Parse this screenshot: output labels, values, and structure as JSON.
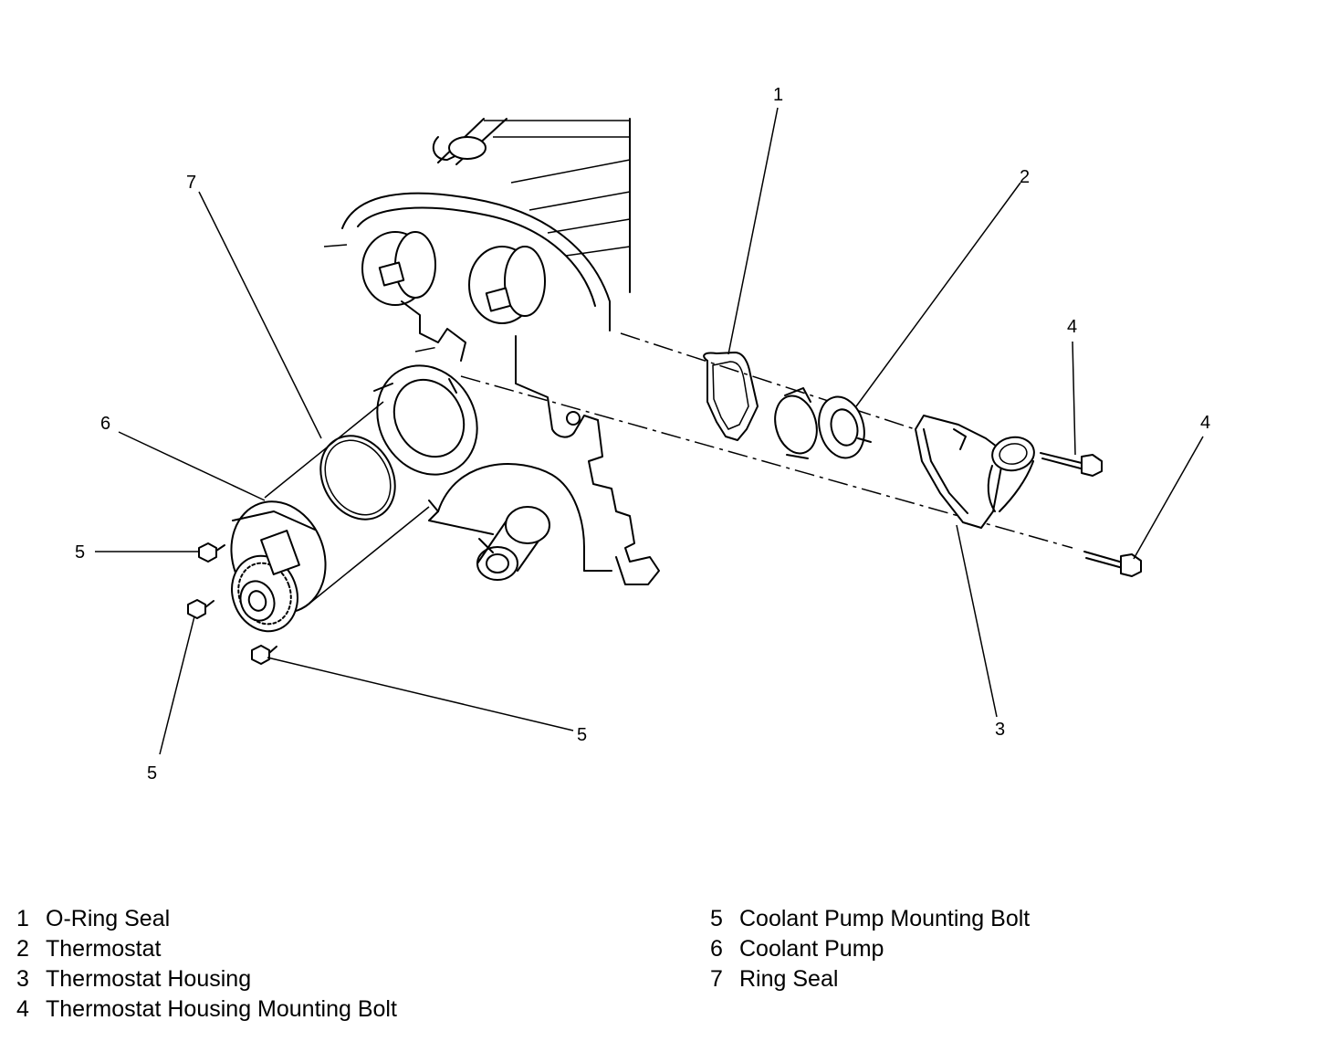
{
  "callouts": {
    "c1": "1",
    "c2": "2",
    "c3": "3",
    "c4a": "4",
    "c4b": "4",
    "c5a": "5",
    "c5b": "5",
    "c5c": "5",
    "c6": "6",
    "c7": "7"
  },
  "legend": [
    {
      "num": "1",
      "label": "O-Ring Seal"
    },
    {
      "num": "2",
      "label": "Thermostat"
    },
    {
      "num": "3",
      "label": "Thermostat Housing"
    },
    {
      "num": "4",
      "label": "Thermostat Housing Mounting Bolt"
    },
    {
      "num": "5",
      "label": "Coolant Pump Mounting Bolt"
    },
    {
      "num": "6",
      "label": "Coolant Pump"
    },
    {
      "num": "7",
      "label": "Ring Seal"
    }
  ]
}
